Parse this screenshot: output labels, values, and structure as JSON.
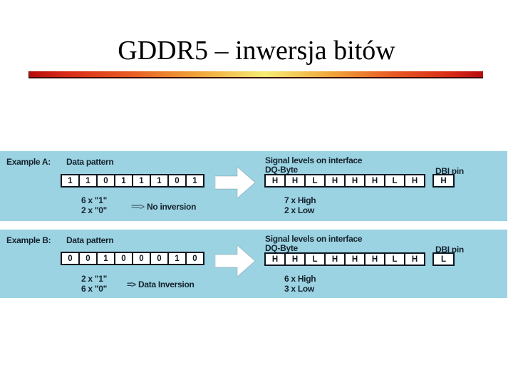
{
  "slide": {
    "title": "GDDR5 – inwersja bitów",
    "underline_gradient": [
      "#b60d0d",
      "#f7ec74",
      "#b60d0d"
    ],
    "panel_color": "#9cd3e2"
  },
  "diagram": {
    "examples": [
      {
        "name": "Example A:",
        "data_pattern_label": "Data pattern",
        "bits": [
          "1",
          "1",
          "0",
          "1",
          "1",
          "1",
          "0",
          "1"
        ],
        "count_line1": "6 x \"1\"",
        "count_line2": "2 x \"0\"",
        "note_prefix": "==>",
        "note_text": "No inversion",
        "signal_label_line1": "Signal levels on interface",
        "signal_label_line2": "DQ-Byte",
        "signals": [
          "H",
          "H",
          "L",
          "H",
          "H",
          "H",
          "L",
          "H"
        ],
        "dbi_label": "DBI pin",
        "dbi_value": "H",
        "result_line1": "7 x High",
        "result_line2": "2 x Low"
      },
      {
        "name": "Example B:",
        "data_pattern_label": "Data pattern",
        "bits": [
          "0",
          "0",
          "1",
          "0",
          "0",
          "0",
          "1",
          "0"
        ],
        "count_line1": "2 x \"1\"",
        "count_line2": "6 x \"0\"",
        "note_prefix": "=>",
        "note_text": "Data Inversion",
        "signal_label_line1": "Signal levels on interface",
        "signal_label_line2": "DQ-Byte",
        "signals": [
          "H",
          "H",
          "L",
          "H",
          "H",
          "H",
          "L",
          "H"
        ],
        "dbi_label": "DBI pin",
        "dbi_value": "L",
        "result_line1": "6 x High",
        "result_line2": "3 x Low"
      }
    ]
  }
}
